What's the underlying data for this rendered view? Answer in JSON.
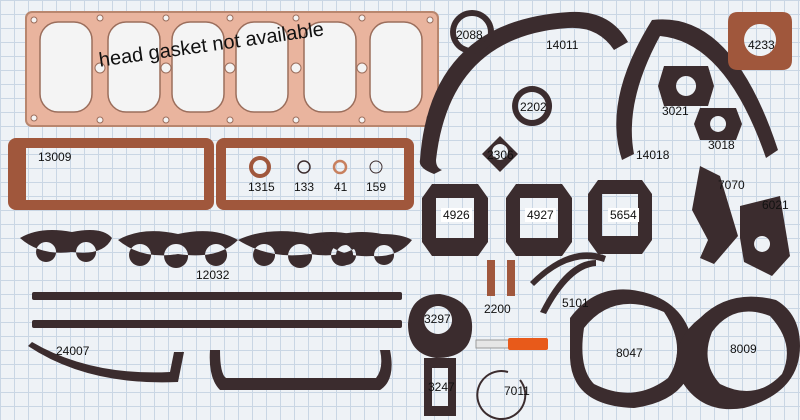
{
  "overlay_text": "head gasket not available",
  "colors": {
    "gasket": "#3b2c2e",
    "cork": "#a0573c",
    "copper": "#c8805e",
    "grid": "#c9d6e4",
    "background": "#eef2f6"
  },
  "labels": {
    "p13009": "13009",
    "p1315": "1315",
    "p133": "133",
    "p41": "41",
    "p159": "159",
    "p12032": "12032",
    "p24007": "24007",
    "p2088": "2088",
    "p14011": "14011",
    "p2202": "2202",
    "p2306": "2306",
    "p4233": "4233",
    "p3021": "3021",
    "p3018": "3018",
    "p14018": "14018",
    "p7070": "7070",
    "p6021": "6021",
    "p4926": "4926",
    "p4927": "4927",
    "p5654": "5654",
    "p2200": "2200",
    "p5101": "5101",
    "p3297": "3297",
    "p3247": "3247",
    "p7011": "7011",
    "p8047": "8047",
    "p8009": "8009"
  }
}
